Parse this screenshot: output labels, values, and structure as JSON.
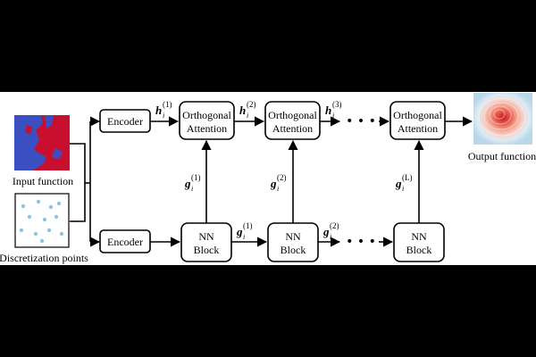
{
  "inputs": {
    "input_function_label": "Input function",
    "discretization_label": "Discretization points"
  },
  "encoder_top": {
    "label": "Encoder"
  },
  "encoder_bottom": {
    "label": "Encoder"
  },
  "attention_blocks": [
    {
      "line1": "Orthogonal",
      "line2": "Attention"
    },
    {
      "line1": "Orthogonal",
      "line2": "Attention"
    },
    {
      "line1": "Orthogonal",
      "line2": "Attention"
    }
  ],
  "nn_blocks": [
    {
      "line1": "NN",
      "line2": "Block"
    },
    {
      "line1": "NN",
      "line2": "Block"
    },
    {
      "line1": "NN",
      "line2": "Block"
    }
  ],
  "h_vars": [
    {
      "base": "h",
      "sub": "i",
      "sup": "(1)"
    },
    {
      "base": "h",
      "sub": "i",
      "sup": "(2)"
    },
    {
      "base": "h",
      "sub": "i",
      "sup": "(3)"
    }
  ],
  "g_vertical_vars": [
    {
      "base": "g",
      "sub": "i",
      "sup": "(1)"
    },
    {
      "base": "g",
      "sub": "i",
      "sup": "(2)"
    },
    {
      "base": "g",
      "sub": "i",
      "sup": "(L)"
    }
  ],
  "g_horizontal_vars": [
    {
      "base": "g",
      "sub": "i",
      "sup": "(1)"
    },
    {
      "base": "g",
      "sub": "i",
      "sup": "(2)"
    }
  ],
  "ellipsis": "• • •",
  "output": {
    "label": "Output function"
  },
  "colors": {
    "input_red": "#c8102e",
    "input_blue": "#3a4fc2",
    "points": "#8fc6df",
    "heat_center": "#d62828",
    "heat_outer": "#cfe6f2"
  }
}
